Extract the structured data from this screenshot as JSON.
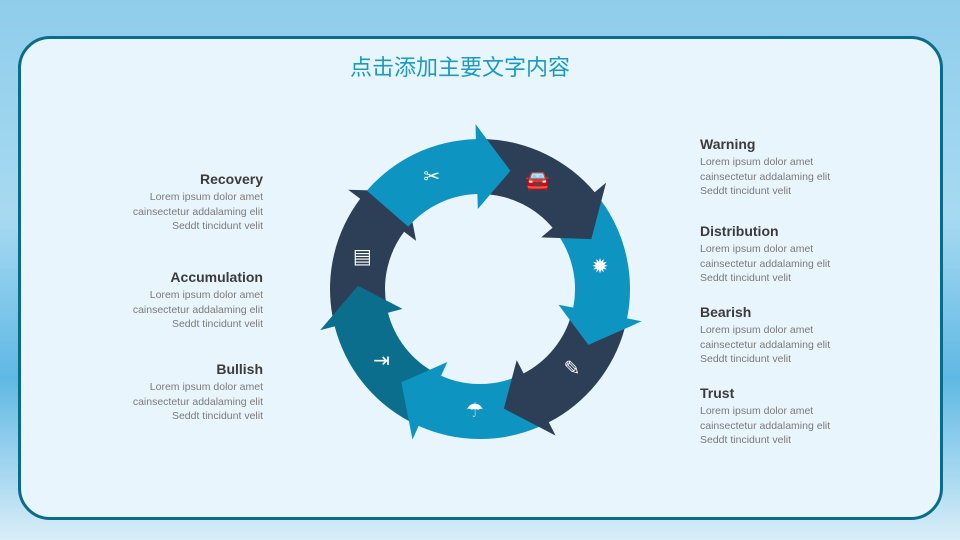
{
  "title": "点击添加主要文字内容",
  "left_items": [
    {
      "title": "Recovery",
      "lines": [
        "Lorem ipsum dolor amet",
        "cainsectetur addalaming elit",
        "Seddt tincidunt velit"
      ]
    },
    {
      "title": "Accumulation",
      "lines": [
        "Lorem ipsum dolor amet",
        "cainsectetur addalaming elit",
        "Seddt tincidunt velit"
      ]
    },
    {
      "title": "Bullish",
      "lines": [
        "Lorem ipsum dolor amet",
        "cainsectetur addalaming elit",
        "Seddt tincidunt velit"
      ]
    }
  ],
  "right_items": [
    {
      "title": "Warning",
      "lines": [
        "Lorem ipsum dolor amet",
        "cainsectetur addalaming elit",
        "Seddt tincidunt velit"
      ]
    },
    {
      "title": "Distribution",
      "lines": [
        "Lorem ipsum dolor amet",
        "cainsectetur addalaming elit",
        "Seddt tincidunt velit"
      ]
    },
    {
      "title": "Bearish",
      "lines": [
        "Lorem ipsum dolor amet",
        "cainsectetur addalaming elit",
        "Seddt tincidunt velit"
      ]
    },
    {
      "title": "Trust",
      "lines": [
        "Lorem ipsum dolor amet",
        "cainsectetur addalaming elit",
        "Seddt tincidunt velit"
      ]
    }
  ],
  "cycle": [
    {
      "icon": "tools-icon",
      "glyph": "✂",
      "color": "#0e94c0"
    },
    {
      "icon": "car-icon",
      "glyph": "🚘",
      "color": "#2c3f56"
    },
    {
      "icon": "alert-badge-icon",
      "glyph": "✹",
      "color": "#0e94c0"
    },
    {
      "icon": "edit-icon",
      "glyph": "✎",
      "color": "#2c3f56"
    },
    {
      "icon": "umbrella-icon",
      "glyph": "☂",
      "color": "#0e94c0"
    },
    {
      "icon": "sign-in-icon",
      "glyph": "⇥",
      "color": "#0a6e8c"
    },
    {
      "icon": "book-icon",
      "glyph": "▤",
      "color": "#2c3f56"
    }
  ]
}
